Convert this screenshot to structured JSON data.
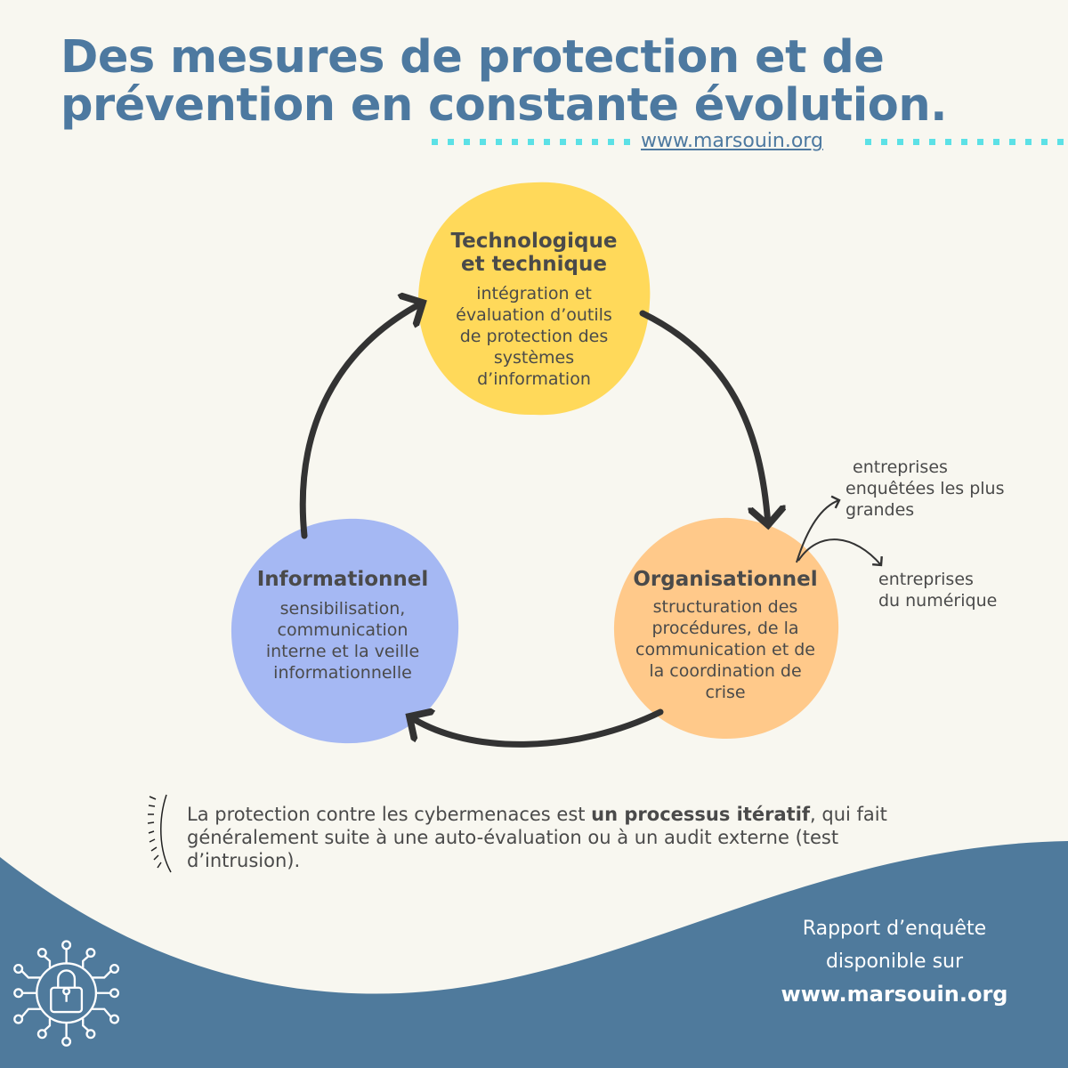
{
  "title": {
    "line1": "Des mesures de protection et de",
    "line2": "prévention en constante évolution."
  },
  "website_link": "www.marsouin.org",
  "colors": {
    "title": "#4d79a0",
    "accent_dots": "#5ce1e6",
    "technical": "#ffd95a",
    "organisational": "#ffc98a",
    "informational": "#a5b8f3",
    "wave": "#4f7a9c"
  },
  "cycle": [
    {
      "title_line1": "Technologique",
      "title_line2": "et technique",
      "desc": [
        "intégration et",
        "évaluation d’outils",
        "de protection des",
        "systèmes",
        "d’information"
      ]
    },
    {
      "title_line1": "Organisationnel",
      "desc": [
        "structuration des",
        "procédures, de la",
        "communication et de",
        "la coordination de",
        "crise"
      ]
    },
    {
      "title_line1": "Informationnel",
      "desc": [
        "sensibilisation,",
        "communication",
        "interne et la veille",
        "informationnelle"
      ]
    }
  ],
  "annotations": {
    "largest": [
      "entreprises",
      "enquêtées les plus",
      "grandes"
    ],
    "digital": [
      "entreprises",
      "du numérique"
    ]
  },
  "quote": {
    "before": "La protection contre les cybermenaces est ",
    "bold": "un processus itératif",
    "after": ", qui fait généralement suite à une auto-évaluation ou à un audit externe (test d’intrusion)."
  },
  "report": {
    "line1": "Rapport d’enquête",
    "line2": "disponible sur",
    "url": "www.marsouin.org"
  },
  "icons": {
    "lock": "network-lock-icon"
  }
}
